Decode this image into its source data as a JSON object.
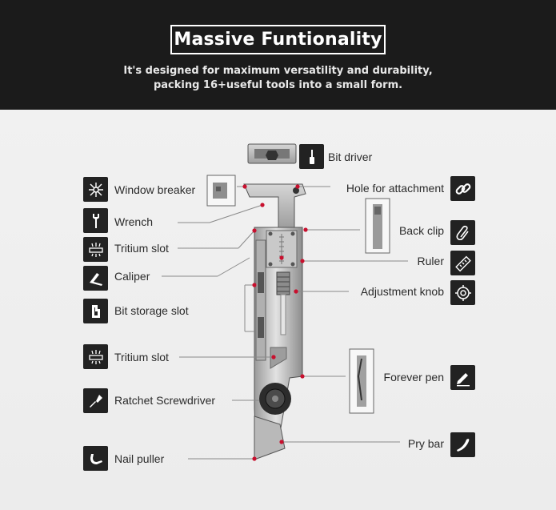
{
  "header": {
    "title": "Massive Funtionality",
    "subtitle_line1": "It's designed for maximum versatility and durability,",
    "subtitle_line2": "packing 16+useful tools into a small form."
  },
  "colors": {
    "header_bg": "#1b1b1b",
    "panel_bg": "#efefef",
    "icon_bg": "#222222",
    "marker": "#c8102e",
    "leader_line": "#8a8a8a"
  },
  "features_left": [
    {
      "label": "Window breaker",
      "icon": "window-breaker-icon"
    },
    {
      "label": "Wrench",
      "icon": "wrench-icon"
    },
    {
      "label": "Tritium slot",
      "icon": "tritium-slot-icon"
    },
    {
      "label": "Caliper",
      "icon": "caliper-icon"
    },
    {
      "label": "Bit storage slot",
      "icon": "bit-storage-icon"
    },
    {
      "label": "Tritium slot",
      "icon": "tritium-slot-icon"
    },
    {
      "label": "Ratchet Screwdriver",
      "icon": "screwdriver-icon"
    },
    {
      "label": "Nail puller",
      "icon": "nail-puller-icon"
    }
  ],
  "features_right": [
    {
      "label": "Bit driver",
      "icon": "bit-driver-icon"
    },
    {
      "label": "Hole for attachment",
      "icon": "chain-link-icon"
    },
    {
      "label": "Back clip",
      "icon": "paperclip-icon"
    },
    {
      "label": "Ruler",
      "icon": "ruler-icon"
    },
    {
      "label": "Adjustment knob",
      "icon": "adjustment-knob-icon"
    },
    {
      "label": "Forever pen",
      "icon": "pen-icon"
    },
    {
      "label": "Pry bar",
      "icon": "pry-bar-icon"
    }
  ]
}
